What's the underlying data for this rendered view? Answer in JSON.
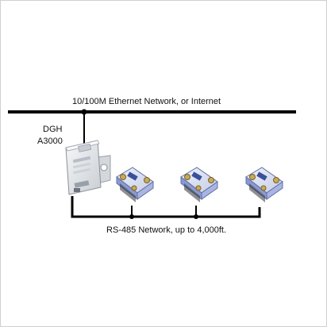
{
  "diagram": {
    "ethernet_label": "10/100M Ethernet Network, or Internet",
    "rs485_label": "RS-485 Network, up to 4,000ft.",
    "gateway": {
      "brand": "DGH",
      "model": "A3000"
    },
    "modules": [
      {
        "logo": "DGH"
      },
      {
        "logo": "DGH"
      },
      {
        "logo": "DGH"
      }
    ],
    "colors": {
      "line": "#000000",
      "module_body": "#dfe5f2",
      "module_side": "#8a9ad0",
      "gateway_body": "#e9ecef"
    }
  }
}
